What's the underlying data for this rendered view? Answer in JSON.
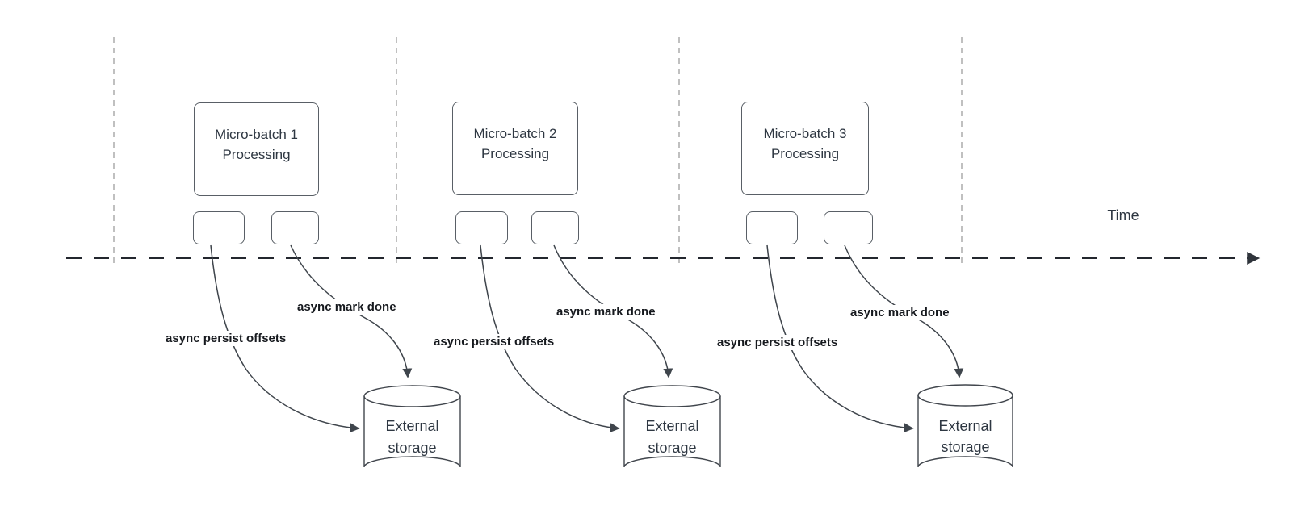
{
  "diagram": {
    "time_label": "Time",
    "groups": [
      {
        "box_title": "Micro-batch 1\nProcessing",
        "persist_label": "async persist offsets",
        "mark_done_label": "async mark done",
        "storage_label": "External\nstorage"
      },
      {
        "box_title": "Micro-batch 2\nProcessing",
        "persist_label": "async persist offsets",
        "mark_done_label": "async mark done",
        "storage_label": "External\nstorage"
      },
      {
        "box_title": "Micro-batch 3\nProcessing",
        "persist_label": "async persist offsets",
        "mark_done_label": "async mark done",
        "storage_label": "External\nstorage"
      }
    ],
    "colors": {
      "background": "#ffffff",
      "shape_border": "#595f66",
      "shape_text": "#2e3742",
      "annotation_text": "#16191e",
      "time_axis": "#23272e",
      "gridline": "#ababab",
      "arrow": "#3f454c"
    }
  }
}
